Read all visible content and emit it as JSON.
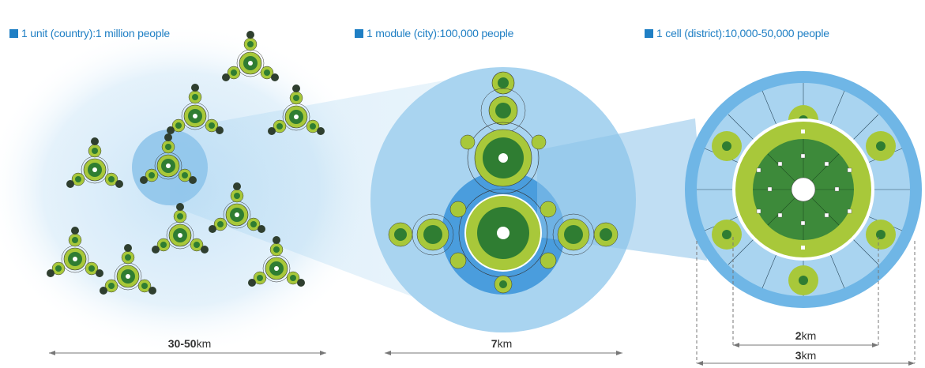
{
  "legend": {
    "unit": {
      "count": "1",
      "label": "unit (country):",
      "value": "1 million people"
    },
    "module": {
      "count": "1",
      "label": "module (city):",
      "value": "100,000 people"
    },
    "cell": {
      "count": "1",
      "label": "cell (district):",
      "value": "10,000-50,000 people"
    }
  },
  "dimensions": {
    "unit_num": "30-50",
    "unit_unit": "km",
    "module_num": "7",
    "module_unit": "km",
    "cell_inner_num": "2",
    "cell_inner_unit": "km",
    "cell_outer_num": "3",
    "cell_outer_unit": "km"
  },
  "colors": {
    "accent_blue": "#1f7fc4",
    "light_blue": "#a9d4f0",
    "mid_blue": "#6fb6e6",
    "lime_green": "#a8c83a",
    "dark_green": "#2f7d32",
    "forest_green": "#3d8a3a"
  }
}
